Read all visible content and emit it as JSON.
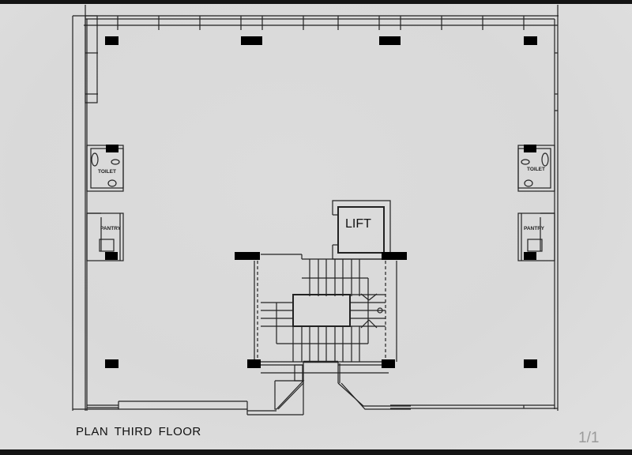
{
  "drawing": {
    "title": "PLAN THIRD FLOOR",
    "page_indicator": "1/1"
  },
  "rooms": {
    "toilet_left": "TOILET",
    "pantry_left": "PANTRY",
    "toilet_right": "TOILET",
    "pantry_right": "PANTRY",
    "lift": "LIFT"
  },
  "colors": {
    "background": "#dcdcdc",
    "lines": "#222222",
    "columns": "#000000",
    "frame": "#141414",
    "page_indicator": "#9a9a9a"
  }
}
